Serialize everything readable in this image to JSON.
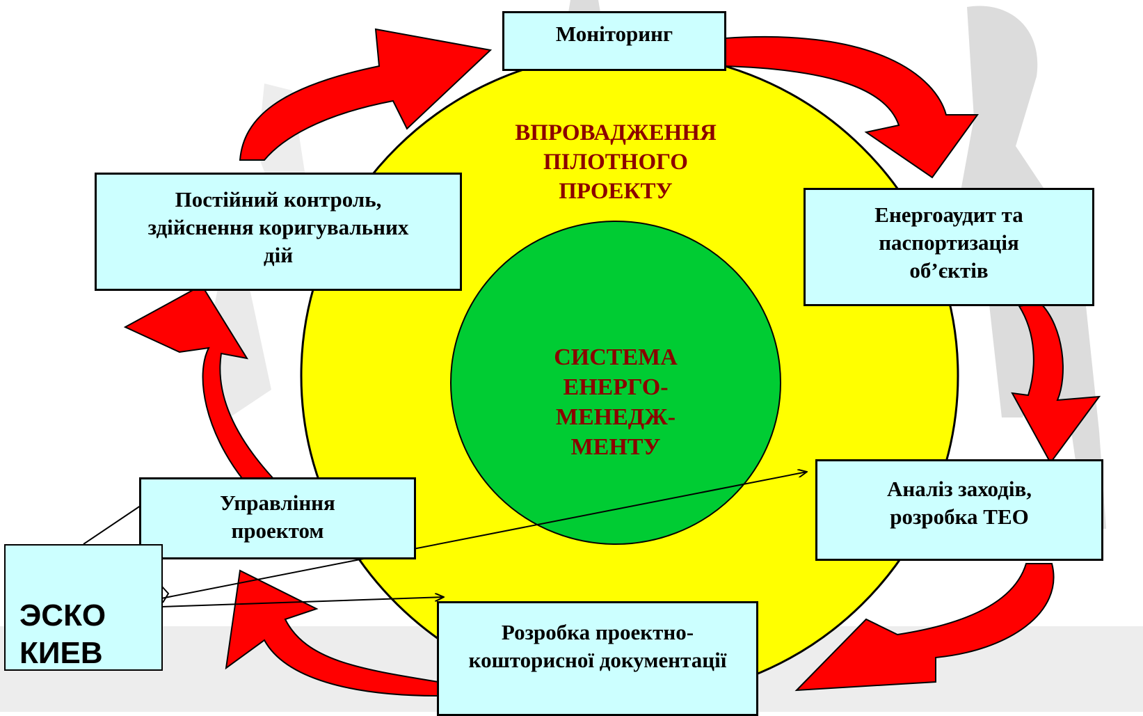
{
  "colors": {
    "yellow_circle": "#ffff00",
    "green_circle": "#00cc33",
    "arrow_red": "#ff0000",
    "box_fill": "#ccffff",
    "center_text": "#8b0000"
  },
  "center": {
    "outer_label": "ВПРОВАДЖЕННЯ\nПІЛОТНОГО\nПРОЕКТУ",
    "inner_label": "СИСТЕМА\nЕНЕРГО-\nМЕНЕДЖ-\nМЕНТУ"
  },
  "cycle": {
    "monitoring": "Моніторинг",
    "energy_audit": "Енергоаудит та\nпаспортизація\nоб’єктів",
    "analysis": "Аналіз заходів,\nрозробка ТЕО",
    "documentation": "Розробка проектно-\nкошторисної документації",
    "project_management": "Управління\nпроектом",
    "control": "Постійний контроль,\nздійснення коригувальних\nдій"
  },
  "esko": {
    "label": "ЭСКО\nКИЕВ"
  }
}
